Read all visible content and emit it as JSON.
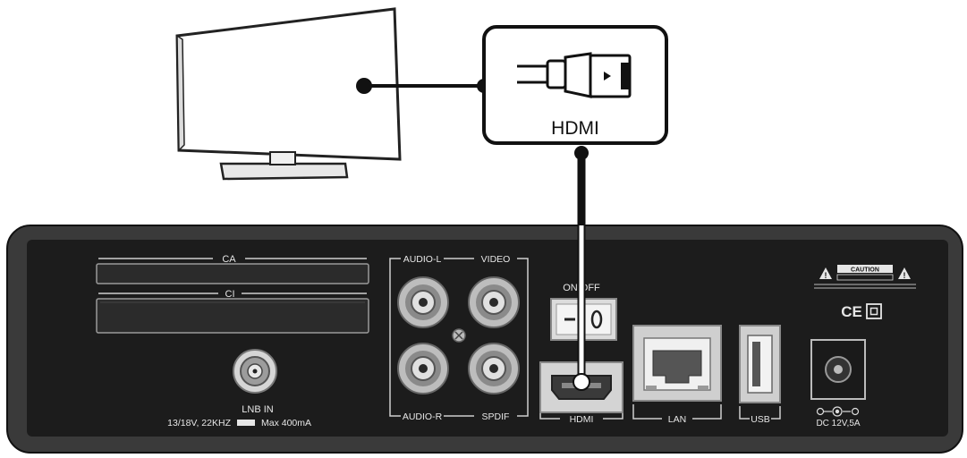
{
  "tv": {
    "icon": "flat-tv-icon"
  },
  "hdmi_callout": {
    "label": "HDMI",
    "icon": "hdmi-plug-icon"
  },
  "panel": {
    "ca_label": "CA",
    "ci_label": "CI",
    "lnb_label": "LNB IN",
    "lnb_spec": "13/18V, 22KHZ",
    "lnb_max": "Max 400mA",
    "audio_l": "AUDIO-L",
    "video": "VIDEO",
    "audio_r": "AUDIO-R",
    "spdif": "SPDIF",
    "onoff": "ON/OFF",
    "hdmi_port": "HDMI",
    "lan": "LAN",
    "usb": "USB",
    "dc_label": "DC 12V",
    "dc_amp": "5A",
    "caution": "CAUTION",
    "ce_mark": "CE"
  },
  "colors": {
    "panel_bg": "#1c1c1c",
    "outline": "#111111",
    "label": "#e6e6e6"
  }
}
